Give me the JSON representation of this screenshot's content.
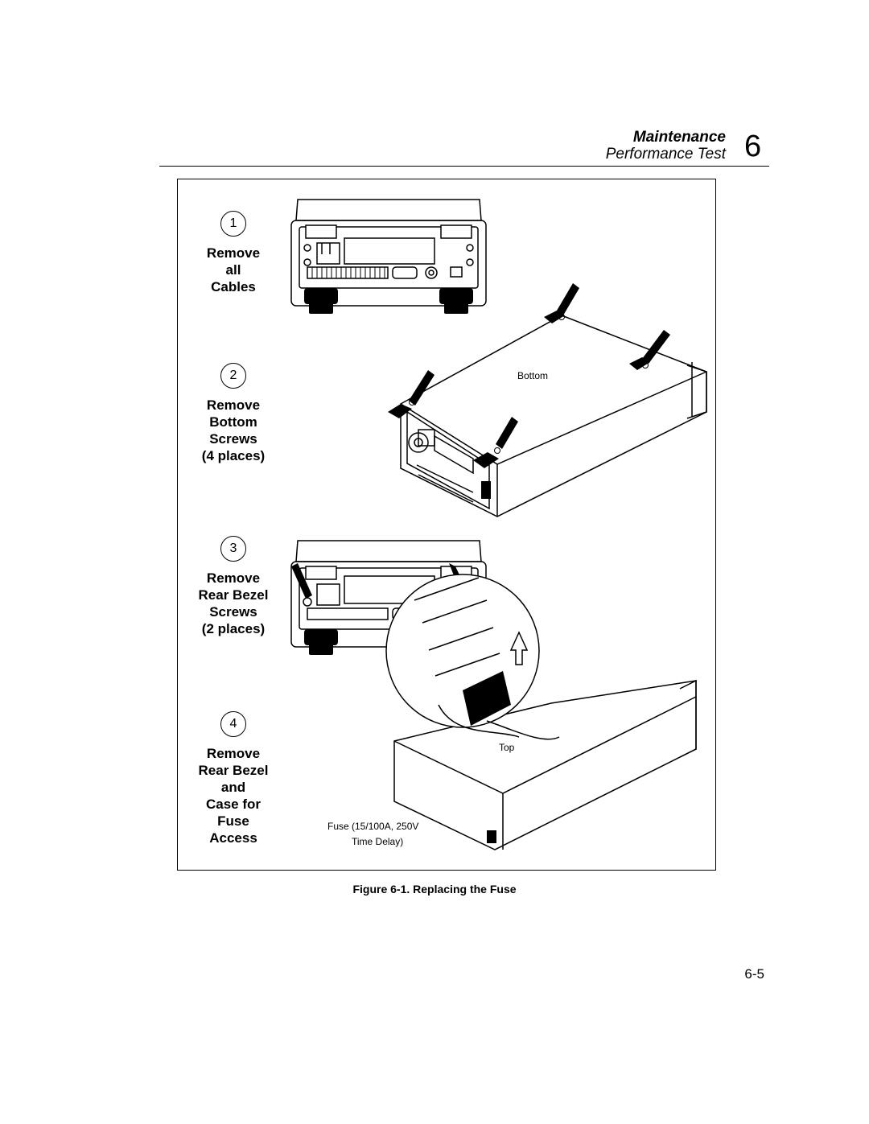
{
  "header": {
    "section": "Maintenance",
    "subsection": "Performance Test",
    "chapter": "6"
  },
  "steps": [
    {
      "number": "1",
      "lines": [
        "Remove",
        "all",
        "Cables"
      ]
    },
    {
      "number": "2",
      "lines": [
        "Remove",
        "Bottom",
        "Screws",
        "(4 places)"
      ]
    },
    {
      "number": "3",
      "lines": [
        "Remove",
        "Rear Bezel",
        "Screws",
        "(2 places)"
      ]
    },
    {
      "number": "4",
      "lines": [
        "Remove",
        "Rear Bezel",
        "and",
        "Case for",
        "Fuse",
        "Access"
      ]
    }
  ],
  "labels": {
    "bottom": "Bottom",
    "top": "Top",
    "fuse_line1": "Fuse (15/100A, 250V",
    "fuse_line2": "Time Delay)"
  },
  "caption": "Figure 6-1. Replacing the Fuse",
  "page_number": "6-5"
}
